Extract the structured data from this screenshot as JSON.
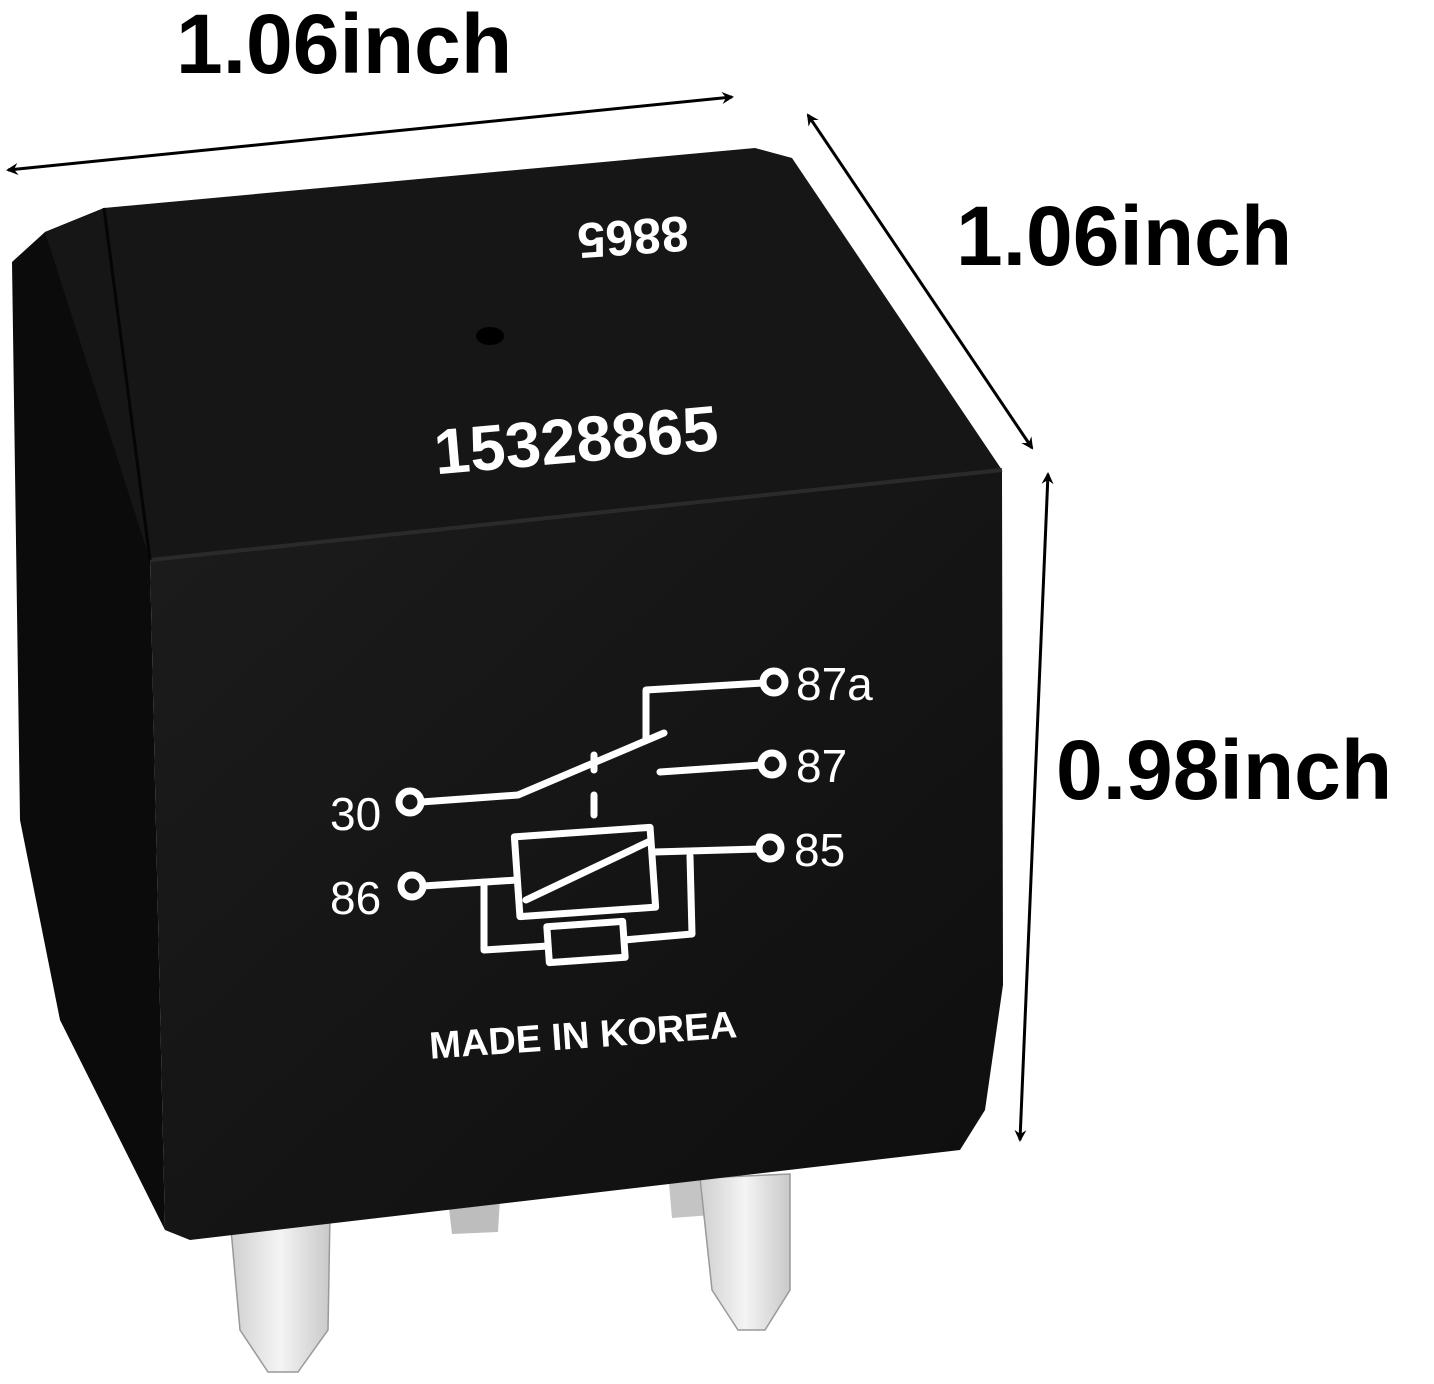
{
  "dimensions": {
    "width": "1.06inch",
    "depth": "1.06inch",
    "height": "0.98inch"
  },
  "relay": {
    "top_code": "8865",
    "part_number": "15328865",
    "origin": "MADE IN KOREA",
    "terminals": {
      "t87a": "87a",
      "t87": "87",
      "t30": "30",
      "t85": "85",
      "t86": "86"
    },
    "body_color": "#141414",
    "print_color": "#ffffff",
    "pin_color": "#e8e8e8"
  }
}
